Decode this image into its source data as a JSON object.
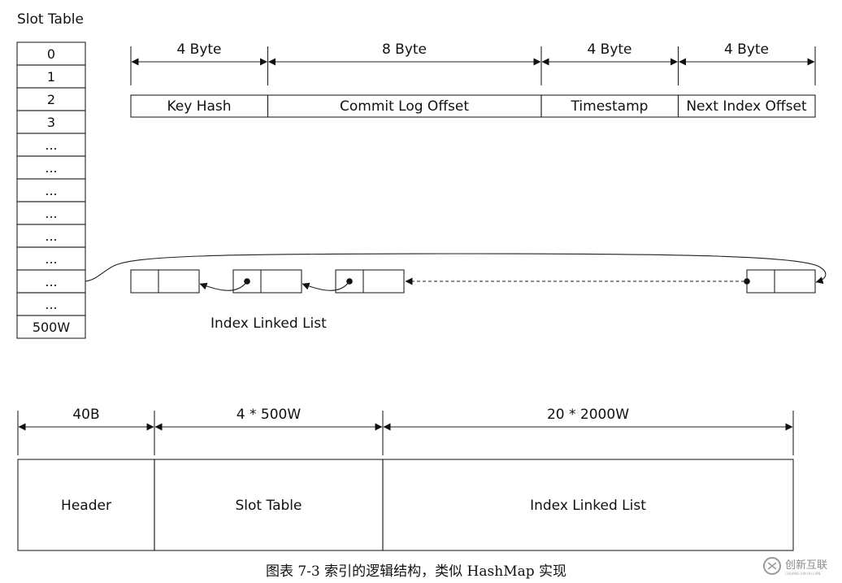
{
  "slot_table": {
    "title": "Slot Table",
    "cells": [
      "0",
      "1",
      "2",
      "3",
      "...",
      "...",
      "...",
      "...",
      "...",
      "...",
      "...",
      "...",
      "500W"
    ]
  },
  "index_entry": {
    "fields": [
      {
        "size": "4 Byte",
        "name": "Key Hash"
      },
      {
        "size": "8 Byte",
        "name": "Commit Log Offset"
      },
      {
        "size": "4 Byte",
        "name": "Timestamp"
      },
      {
        "size": "4 Byte",
        "name": "Next Index Offset"
      }
    ]
  },
  "linked_list": {
    "label": "Index Linked List"
  },
  "file_layout": {
    "segments": [
      {
        "size": "40B",
        "name": "Header"
      },
      {
        "size": "4 * 500W",
        "name": "Slot Table"
      },
      {
        "size": "20 * 2000W",
        "name": "Index Linked List"
      }
    ]
  },
  "caption": "图表 7-3 索引的逻辑结构，类似 HashMap 实现",
  "watermark": {
    "text": "创新互联",
    "subtext": "CHUANG XIN HU LIAN"
  }
}
